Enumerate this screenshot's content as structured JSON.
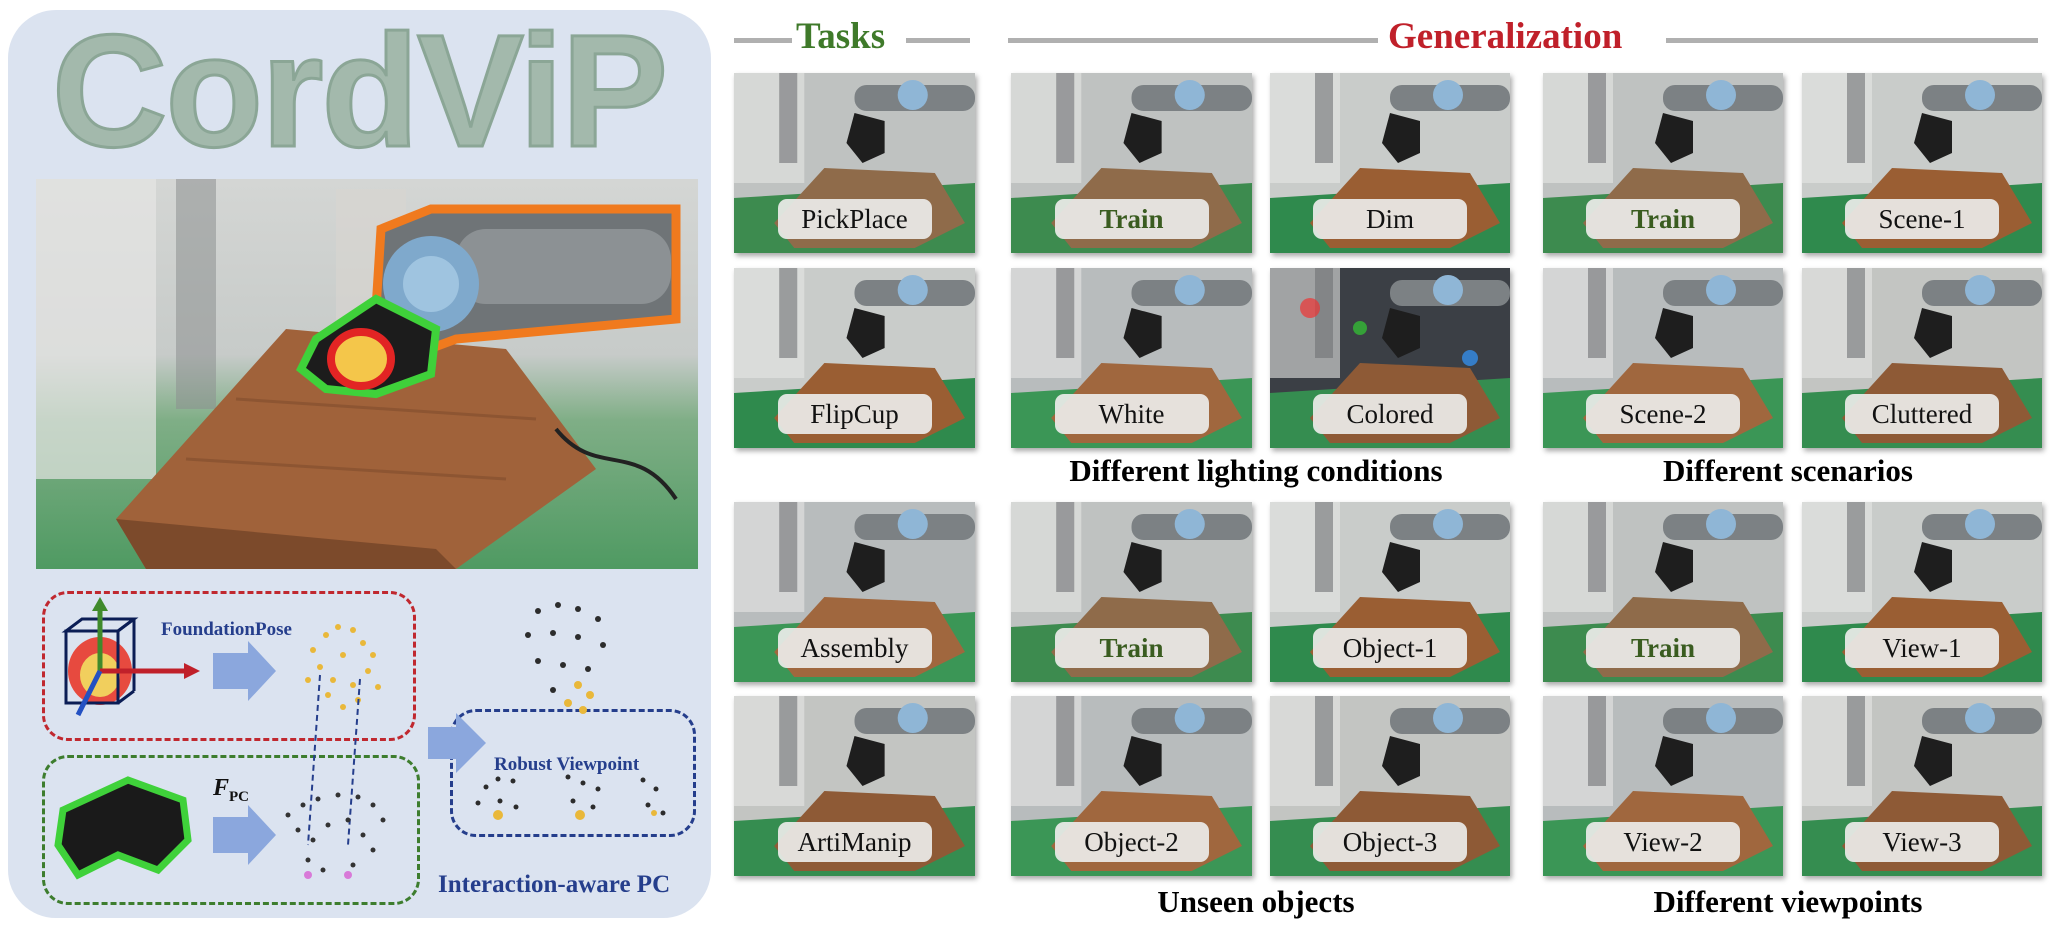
{
  "left": {
    "logo": "CordViP",
    "pipeline": {
      "foundation_label": "FoundationPose",
      "pc_label_main": "F",
      "pc_label_sub": "PC",
      "robust_label": "Robust Viewpoint",
      "interaction_label": "Interaction-aware PC"
    }
  },
  "headers": {
    "tasks": "Tasks",
    "generalization": "Generalization",
    "tasks_color": "#3f7a2a",
    "generalization_color": "#c0202a"
  },
  "tasks": [
    "PickPlace",
    "FlipCup",
    "Assembly",
    "ArtiManip"
  ],
  "lighting": [
    "Train",
    "Dim",
    "White",
    "Colored"
  ],
  "scenarios": [
    "Train",
    "Scene-1",
    "Scene-2",
    "Cluttered"
  ],
  "objects": [
    "Train",
    "Object-1",
    "Object-2",
    "Object-3"
  ],
  "viewpoints": [
    "Train",
    "View-1",
    "View-2",
    "View-3"
  ],
  "captions": {
    "lighting": "Different lighting conditions",
    "scenarios": "Different scenarios",
    "objects": "Unseen objects",
    "viewpoints": "Different viewpoints"
  }
}
